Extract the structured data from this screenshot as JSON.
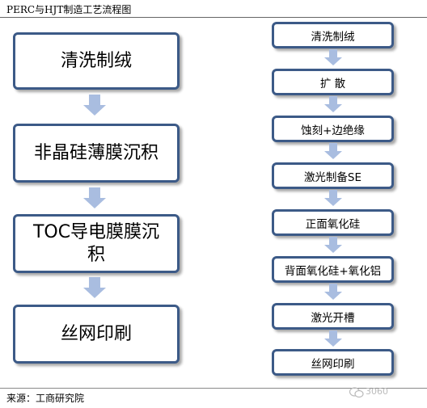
{
  "title": "PERC与HJT制造工艺流程图",
  "source": "来源：工商研究院",
  "watermark": "3060",
  "colors": {
    "box_border": "#3c5a87",
    "arrow": "#a9bde0"
  },
  "icons": {
    "watermark": "wechat-icon"
  },
  "hjt_steps": [
    "清洗制绒",
    "非晶硅薄膜沉积",
    "TOC导电膜膜沉积",
    "丝网印刷"
  ],
  "perc_steps": [
    "清洗制绒",
    "扩 散",
    "蚀刻+边绝缘",
    "激光制备SE",
    "正面氧化硅",
    "背面氧化硅+氧化铝",
    "激光开槽",
    "丝网印刷"
  ]
}
